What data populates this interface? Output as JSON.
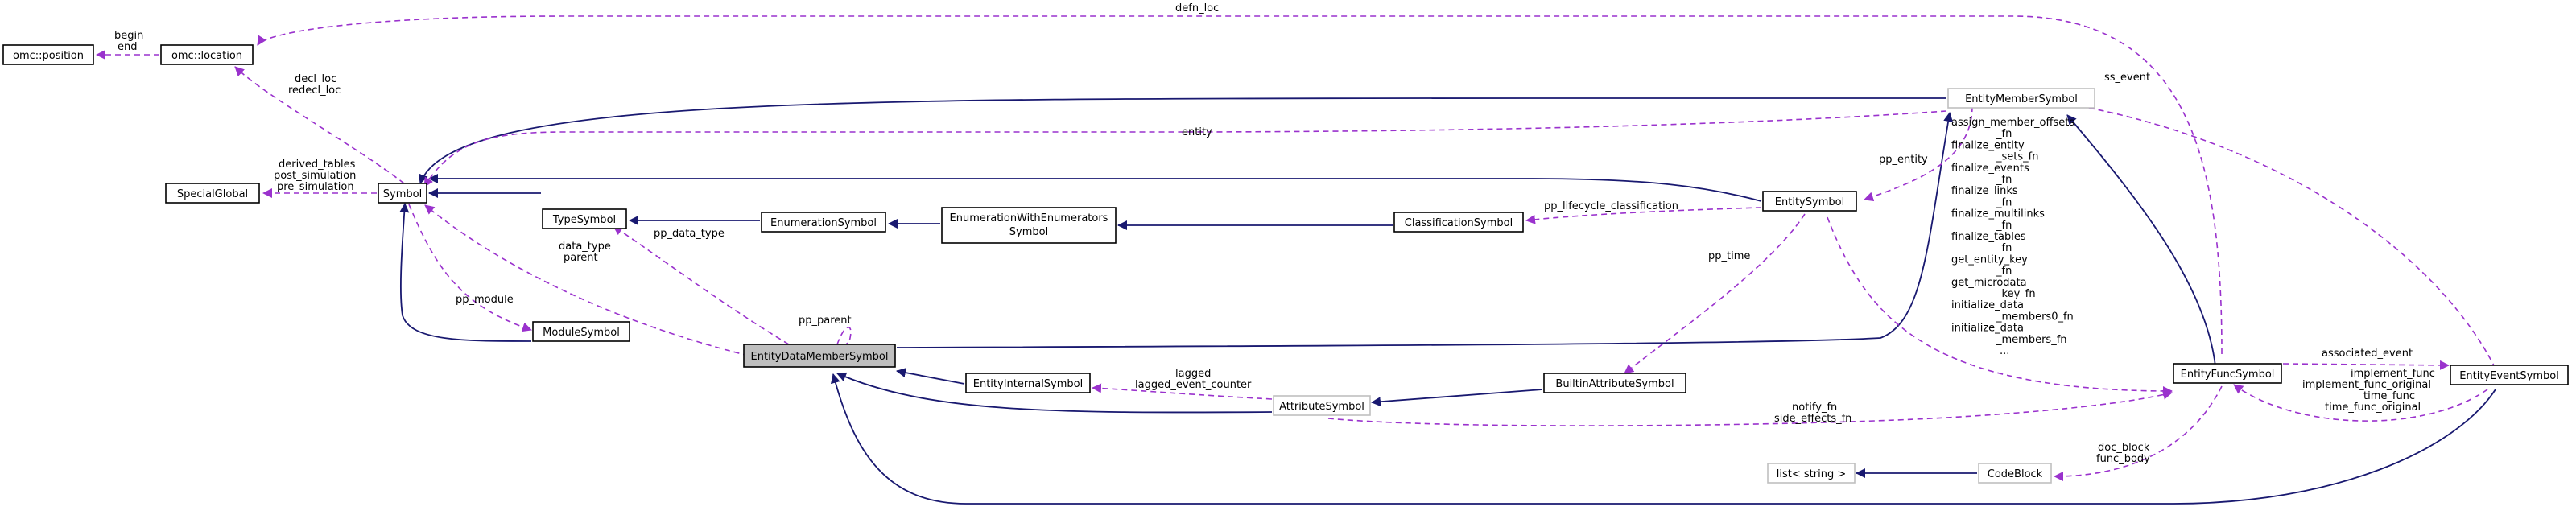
{
  "nodes": {
    "omc_position": "omc::position",
    "omc_location": "omc::location",
    "special_global": "SpecialGlobal",
    "symbol": "Symbol",
    "type_symbol": "TypeSymbol",
    "module_symbol": "ModuleSymbol",
    "enumeration_symbol": "EnumerationSymbol",
    "enum_with_enumerators_1": "EnumerationWithEnumerators",
    "enum_with_enumerators_2": "Symbol",
    "classification_symbol": "ClassificationSymbol",
    "entity_symbol": "EntitySymbol",
    "entity_member_symbol": "EntityMemberSymbol",
    "entity_data_member_symbol": "EntityDataMemberSymbol",
    "entity_internal_symbol": "EntityInternalSymbol",
    "attribute_symbol": "AttributeSymbol",
    "builtin_attribute_symbol": "BuiltinAttributeSymbol",
    "entity_func_symbol": "EntityFuncSymbol",
    "entity_event_symbol": "EntityEventSymbol",
    "code_block": "CodeBlock",
    "list_string": "list< string >"
  },
  "edge_labels": {
    "begin": "begin",
    "end": "end",
    "decl_loc": "decl_loc",
    "redecl_loc": "redecl_loc",
    "defn_loc": "defn_loc",
    "derived_tables": "derived_tables",
    "post_simulation": "post_simulation",
    "pre_simulation": "pre_simulation",
    "entity": "entity",
    "data_type": "data_type",
    "parent": "parent",
    "pp_data_type": "pp_data_type",
    "pp_module": "pp_module",
    "pp_parent": "pp_parent",
    "pp_lifecycle_classification": "pp_lifecycle_classification",
    "pp_entity": "pp_entity",
    "pp_time": "pp_time",
    "ss_event": "ss_event",
    "lagged": "lagged",
    "lagged_event_counter": "lagged_event_counter",
    "notify_fn": "notify_fn",
    "side_effects_fn": "side_effects_fn",
    "associated_event": "associated_event",
    "implement_func": "implement_func",
    "implement_func_original": "implement_func_original",
    "time_func": "time_func",
    "time_func_original": "time_func_original",
    "doc_block": "doc_block",
    "func_body": "func_body",
    "fn_list": [
      "assign_member_offsets",
      "_fn",
      "finalize_entity",
      "_sets_fn",
      "finalize_events",
      "_fn",
      "finalize_links",
      "_fn",
      "finalize_multilinks",
      "_fn",
      "finalize_tables",
      "_fn",
      "get_entity_key",
      "_fn",
      "get_microdata",
      "_key_fn",
      "initialize_data",
      "_members0_fn",
      "initialize_data",
      "_members_fn",
      "..."
    ]
  },
  "colors": {
    "inheritance": "#191970",
    "usage": "#9a32cd",
    "focus_fill": "#bfbfbf",
    "gray_border": "#bfbfbf"
  }
}
